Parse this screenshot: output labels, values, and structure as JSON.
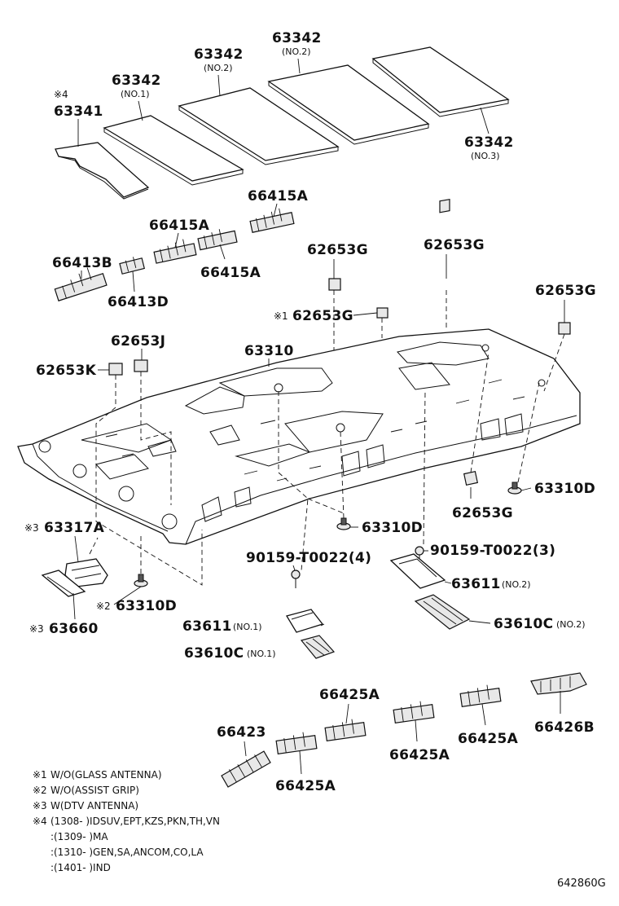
{
  "labels": {
    "p63341": "63341",
    "p63341_mark": "※4",
    "p63342_no1": "63342",
    "p63342_no1_sub": "(NO.1)",
    "p63342_no2a": "63342",
    "p63342_no2a_sub": "(NO.2)",
    "p63342_no2b": "63342",
    "p63342_no2b_sub": "(NO.2)",
    "p63342_no3": "63342",
    "p63342_no3_sub": "(NO.3)",
    "p66415A_top": "66415A",
    "p66415A_mid": "66415A",
    "p66415A_low": "66415A",
    "p66413B": "66413B",
    "p66413D": "66413D",
    "p62653G_a": "62653G",
    "p62653G_b": "62653G",
    "p62653G_c": "62653G",
    "p62653G_d_mark": "※1",
    "p62653G_d": "62653G",
    "p62653G_e": "62653G",
    "p62653J": "62653J",
    "p62653K": "62653K",
    "p63310": "63310",
    "p63310D_right": "63310D",
    "p63310D_mid": "63310D",
    "p63310D_left_mark": "※2",
    "p63310D_left": "63310D",
    "p63317A_mark": "※3",
    "p63317A": "63317A",
    "p63660_mark": "※3",
    "p63660": "63660",
    "p90159_left": "90159-T0022(4)",
    "p90159_right": "90159-T0022(3)",
    "p63611_no2": "63611",
    "p63611_no2_sub": "(NO.2)",
    "p63611_no1": "63611",
    "p63611_no1_sub": "(NO.1)",
    "p63610C_no2": "63610C",
    "p63610C_no2_sub": "(NO.2)",
    "p63610C_no1": "63610C",
    "p63610C_no1_sub": "(NO.1)",
    "p66425A_a": "66425A",
    "p66425A_b": "66425A",
    "p66425A_c": "66425A",
    "p66425A_d": "66425A",
    "p66423": "66423",
    "p66426B": "66426B"
  },
  "notes": [
    {
      "mark": "※1",
      "text": "W/O(GLASS ANTENNA)"
    },
    {
      "mark": "※2",
      "text": "W/O(ASSIST GRIP)"
    },
    {
      "mark": "※3",
      "text": "W(DTV ANTENNA)"
    },
    {
      "mark": "※4",
      "text": "(1308-         )IDSUV,EPT,KZS,PKN,TH,VN"
    },
    {
      "mark": ":",
      "text": "(1309-         )MA"
    },
    {
      "mark": ":",
      "text": "(1310-         )GEN,SA,ANCOM,CO,LA"
    },
    {
      "mark": ":",
      "text": "(1401-         )IND"
    }
  ],
  "diagram_code": "642860G"
}
